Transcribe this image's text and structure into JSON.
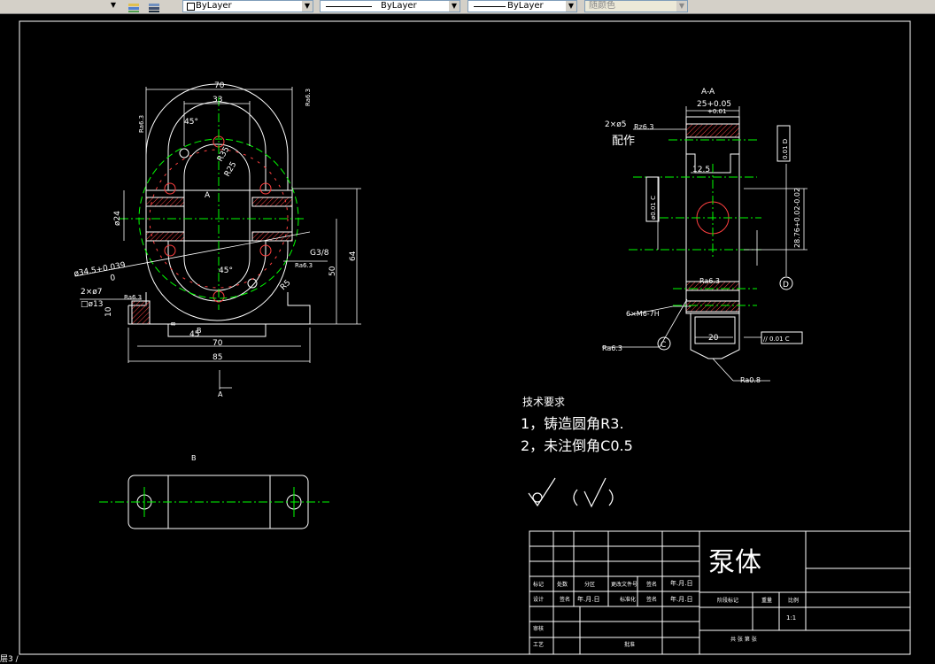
{
  "toolbar": {
    "color_dropdown": "ByLayer",
    "linetype_dropdown": "ByLayer",
    "lineweight_dropdown": "ByLayer",
    "plotstyle_dropdown": "随颜色"
  },
  "drawing": {
    "front_dims": {
      "d70_top": "70",
      "d33": "33",
      "angle45_top": "45°",
      "r35": "R35",
      "r25": "R25",
      "pt_a": "A",
      "d24": "ø24",
      "bore": "ø34.5+0.039",
      "bore_tol_lo": "0",
      "holes7": "2×ø7",
      "cbore13": "□ø13",
      "d10": "10",
      "d45": "45",
      "d70_bot": "70",
      "d85": "85",
      "d50": "50",
      "d64": "64",
      "g38": "G3/8",
      "angle45_bot": "45°",
      "r5": "R5",
      "ra63_a": "Ra6.3",
      "ra63_b": "Ra6.3",
      "ra63_c": "Ra6.3",
      "ra63_d": "Ra6.3",
      "b_small": "B",
      "a_arrow": "A",
      "d8": "8"
    },
    "section": {
      "title": "A-A",
      "tol_hi": "25+0.05",
      "tol_lo": "+0.01",
      "holes5": "2×ø5",
      "rz63": "Rz6.3",
      "peizuo": "配作",
      "d125": "12.5",
      "tol_box_c": "ø0.01 C",
      "tol_box_d": "0.01 D",
      "d2876": "28.76+0.02-0.02",
      "datum_d": "D",
      "datum_c": "C",
      "ra63_mid": "Ra6.3",
      "thread": "6×M6-7H",
      "ra63_left": "Ra6.3",
      "d20": "20",
      "par_box": "// 0.01 C",
      "ra08": "Ra0.8"
    },
    "b_view_label": "B",
    "tech_req": {
      "title": "技术要求",
      "line1": "1，铸造圆角R3.",
      "line2": "2，未注倒角C0.5"
    },
    "title_block": {
      "part_name": "泵体",
      "scale": "1:1",
      "r1": [
        "标记",
        "处数",
        "分区",
        "更改文件号",
        "签名",
        "年.月.日"
      ],
      "r2": [
        "设计",
        "签名",
        "年.月.日",
        "标准化",
        "签名",
        "年.月.日"
      ],
      "stage": "阶段标记",
      "weight": "重量",
      "ratio": "比例",
      "audit": "审核",
      "craft": "工艺",
      "approve": "批准",
      "sheet": "共 张 第 张"
    }
  },
  "command_line": "层3 /"
}
